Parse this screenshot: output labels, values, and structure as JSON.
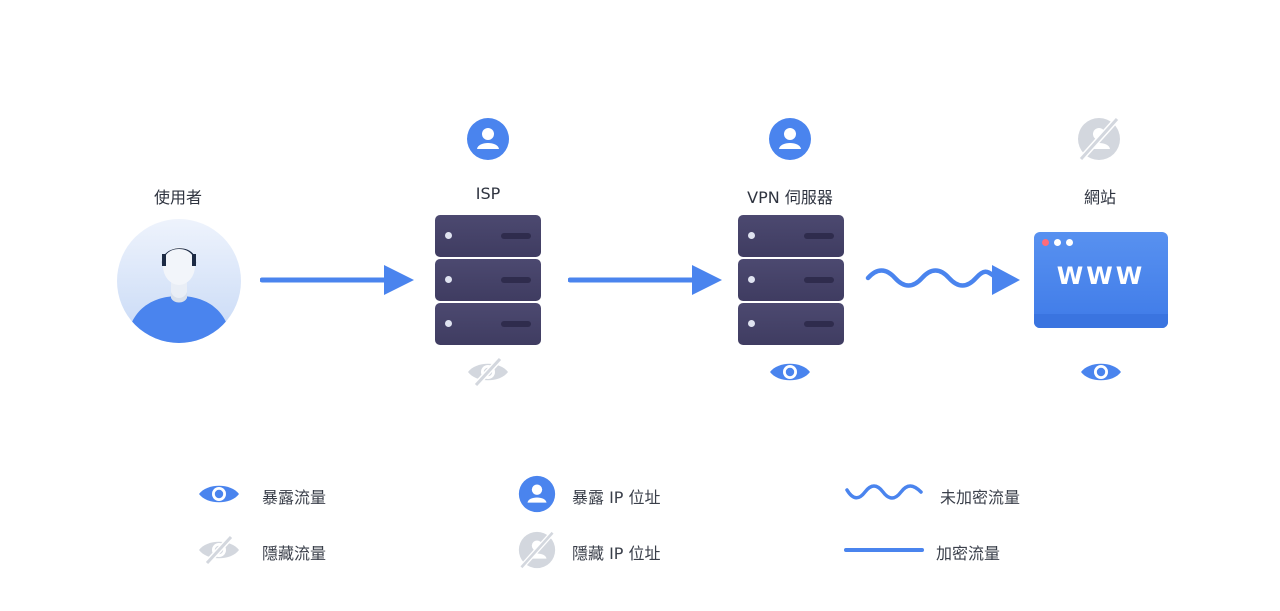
{
  "nodes": {
    "user_label": "使用者",
    "isp_label": "ISP",
    "vpn_label": "VPN 伺服器",
    "website_label": "網站",
    "www_text": "WWW"
  },
  "legend": {
    "exposed_traffic": "暴露流量",
    "hidden_traffic": "隱藏流量",
    "exposed_ip": "暴露 IP 位址",
    "hidden_ip": "隱藏 IP 位址",
    "unencrypted_traffic": "未加密流量",
    "encrypted_traffic": "加密流量"
  },
  "colors": {
    "accent": "#4a84ee",
    "muted": "#cfd3da",
    "server": "#45426a",
    "text": "#2f3440"
  },
  "icons": {
    "exposed_traffic": "eye-icon",
    "hidden_traffic": "eye-slash-icon",
    "exposed_ip": "user-circle-icon",
    "hidden_ip": "user-slash-icon",
    "unencrypted": "wavy-line-icon",
    "encrypted": "straight-line-icon"
  }
}
